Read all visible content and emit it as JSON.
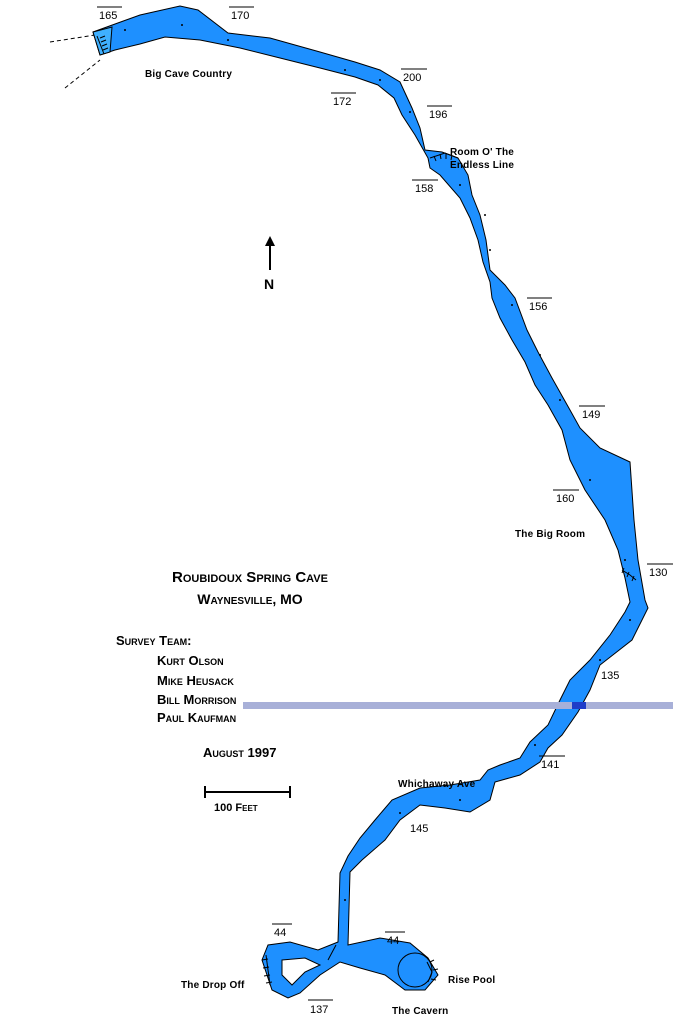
{
  "map": {
    "title": "Roubidoux Spring Cave",
    "location": "Waynesville,  MO",
    "survey_team_heading": "Survey Team:",
    "survey_team": [
      "Kurt Olson",
      "Mike Heusack",
      "Bill Morrison",
      "Paul Kaufman"
    ],
    "date": "August 1997",
    "scale_label": "100 Feet",
    "north_label": "N",
    "colors": {
      "passage_fill": "#1e90ff",
      "passage_outline": "#000000",
      "highlight_band": "#a8b0d8",
      "highlight_mark": "#1e3cc8"
    },
    "places": {
      "big_cave_country": "Big Cave Country",
      "room_o_the_line_1": "Room O' The",
      "room_o_the_line_2": "Endless Line",
      "big_room": "The Big Room",
      "whichaway_ave": "Whichaway Ave",
      "drop_off": "The Drop Off",
      "cavern": "The Cavern",
      "rise_pool": "Rise Pool"
    },
    "depths": {
      "d165": "165",
      "d170": "170",
      "d200": "200",
      "d172": "172",
      "d196": "196",
      "d158": "158",
      "d156": "156",
      "d149": "149",
      "d160": "160",
      "d130": "130",
      "d135": "135",
      "d141": "141",
      "d145": "145",
      "d44a": "44",
      "d44b": "44",
      "d137": "137"
    }
  }
}
